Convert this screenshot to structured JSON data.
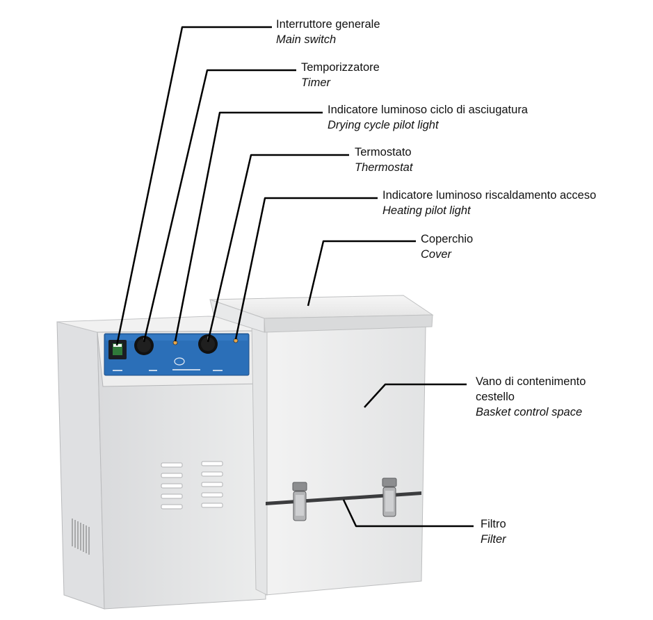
{
  "callouts": [
    {
      "it": "Interruttore generale",
      "en": "Main switch"
    },
    {
      "it": "Temporizzatore",
      "en": "Timer"
    },
    {
      "it": "Indicatore luminoso ciclo di asciugatura",
      "en": "Drying cycle pilot light"
    },
    {
      "it": "Termostato",
      "en": "Thermostat"
    },
    {
      "it": "Indicatore luminoso riscaldamento acceso",
      "en": "Heating pilot light"
    },
    {
      "it": "Coperchio",
      "en": "Cover"
    },
    {
      "it": "Vano di contenimento",
      "it2": "cestello",
      "en": "Basket control space"
    },
    {
      "it": "Filtro",
      "en": "Filter"
    }
  ],
  "colors": {
    "body": "#ececec",
    "panel": "#2b6fb8",
    "leader": "#000000"
  }
}
